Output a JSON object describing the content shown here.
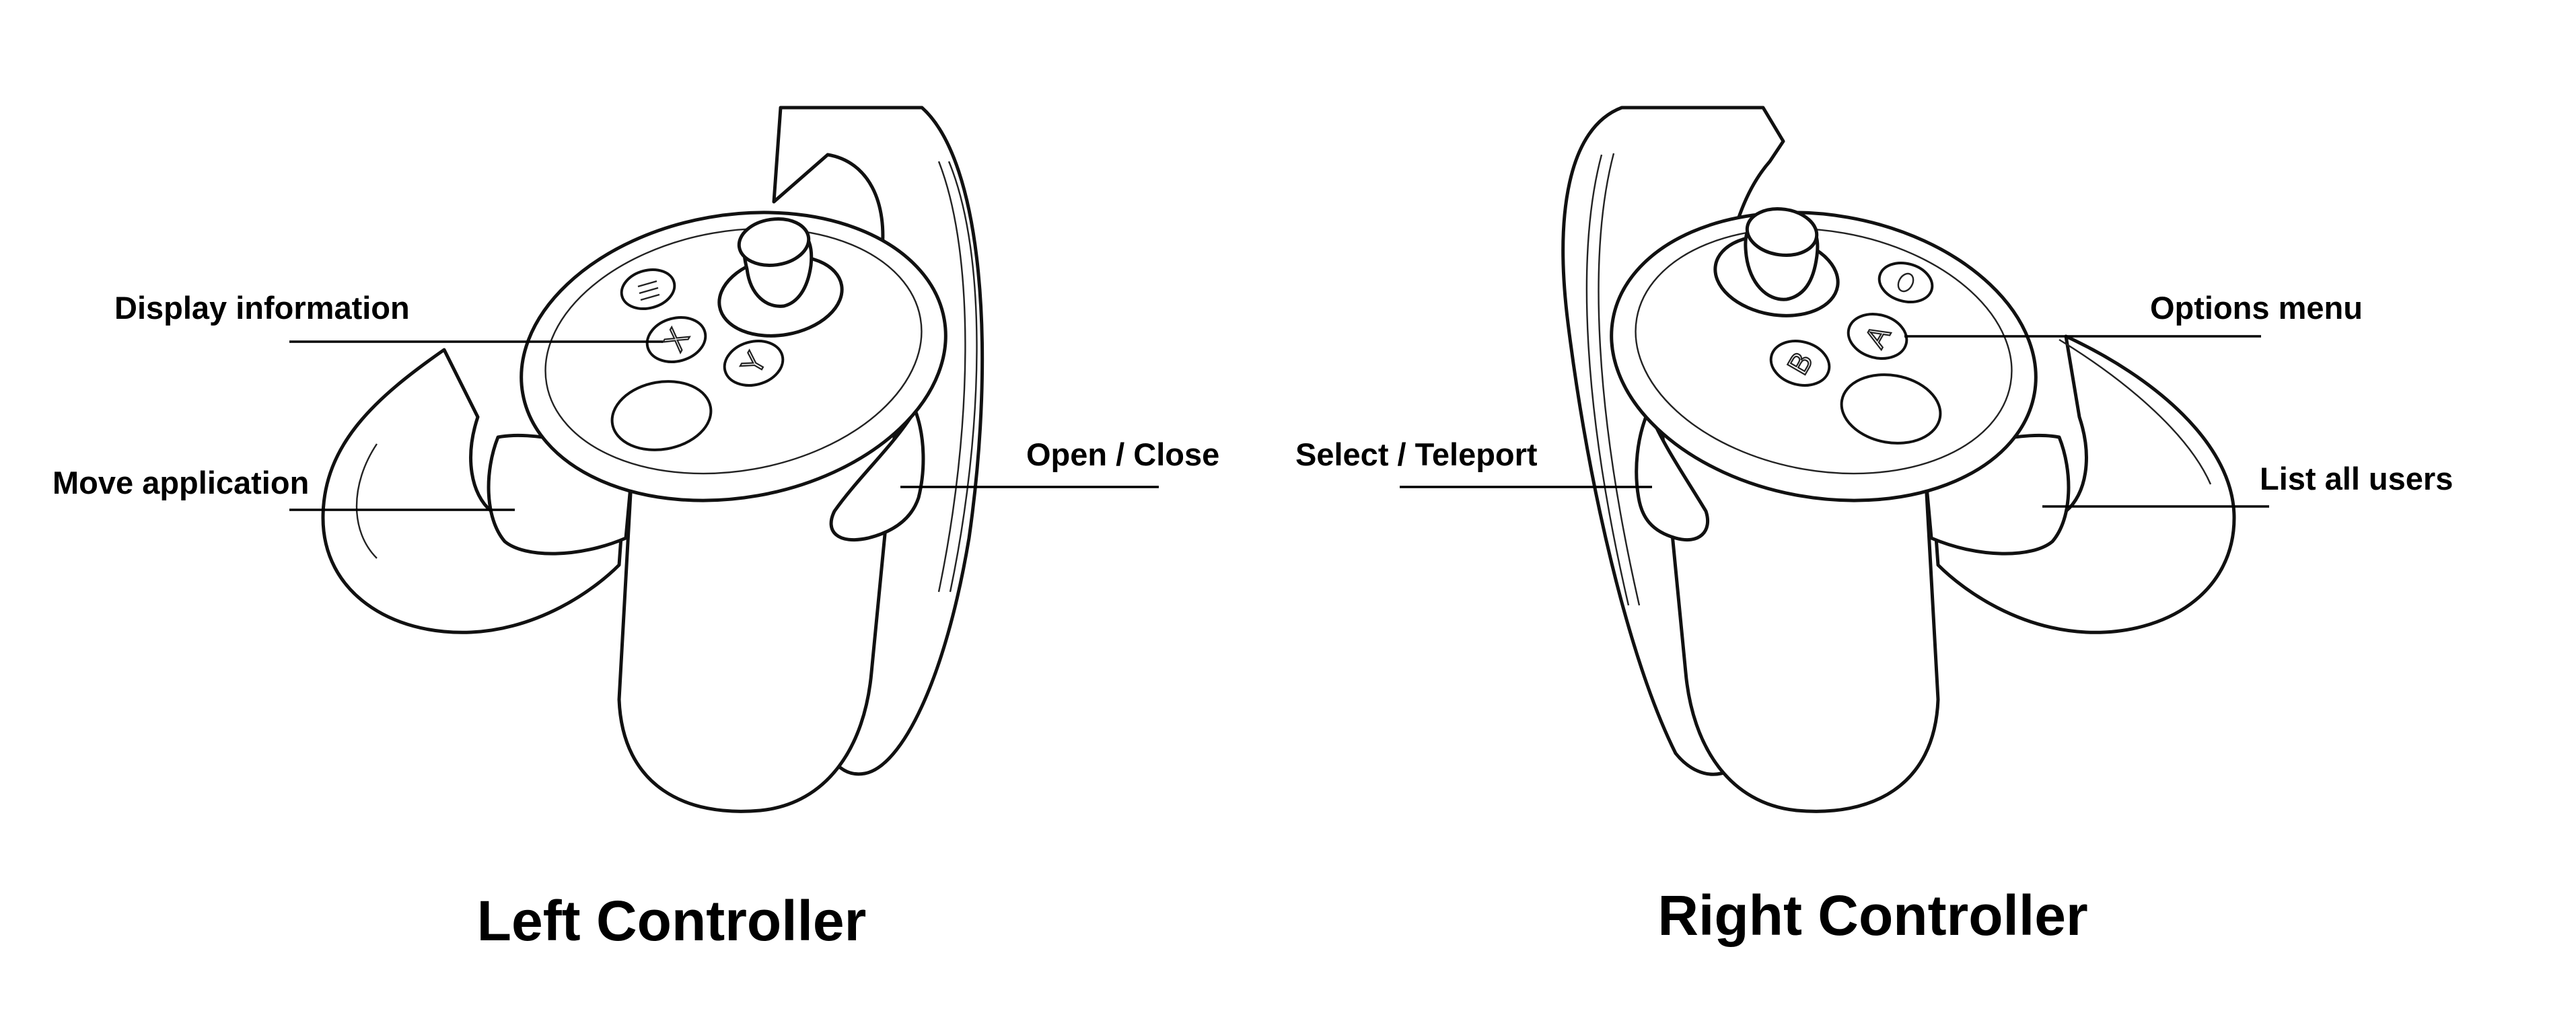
{
  "left": {
    "title": "Left Controller",
    "callouts": {
      "display_information": "Display information",
      "move_application": "Move application",
      "open_close": "Open / Close"
    },
    "buttons": {
      "x": "X",
      "y": "Y"
    }
  },
  "right": {
    "title": "Right Controller",
    "callouts": {
      "options_menu": "Options menu",
      "select_teleport": "Select / Teleport",
      "list_all_users": "List all users"
    },
    "buttons": {
      "a": "A",
      "b": "B"
    }
  }
}
